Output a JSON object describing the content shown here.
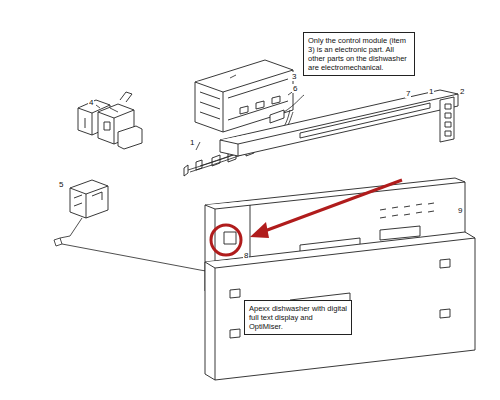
{
  "diagram": {
    "nodes": [
      {
        "text": [
          "Only the control module (item 3) is an electronic part. All other parts on the dishwasher are electromechanical."
        ]
      },
      {
        "text": [
          "Apexx dishwasher with digital full text display and OptiMiser."
        ]
      }
    ],
    "labels": [
      "3",
      "4",
      "6",
      "1",
      "7",
      "2",
      "5",
      "1",
      "8",
      "9"
    ]
  }
}
